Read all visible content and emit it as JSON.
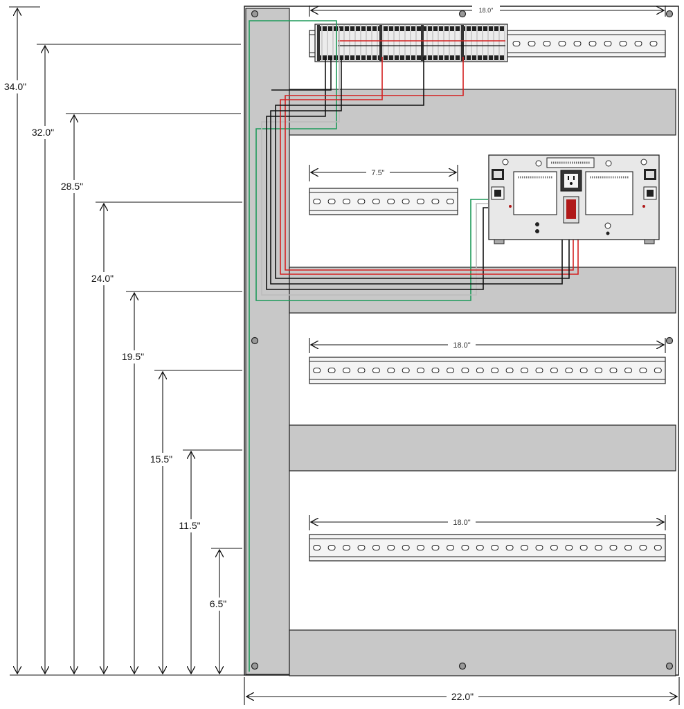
{
  "vertical_dimensions": [
    {
      "label": "34.0\""
    },
    {
      "label": "32.0\""
    },
    {
      "label": "28.5\""
    },
    {
      "label": "24.0\""
    },
    {
      "label": "19.5\""
    },
    {
      "label": "15.5\""
    },
    {
      "label": "11.5\""
    },
    {
      "label": "6.5\""
    }
  ],
  "horizontal_dimensions": {
    "panel_width": "22.0\"",
    "top_rail": "18.0\"",
    "short_rail": "7.5\"",
    "middle_rail": "18.0\"",
    "lower_rail": "18.0\""
  },
  "colors": {
    "panel_gray": "#c8c8c8",
    "outline": "#222222",
    "wire_red": "#d42020",
    "wire_black": "#111111",
    "wire_green": "#1e9a5a",
    "wire_white": "#bbbbbb",
    "switch_red": "#b01818",
    "device_gray": "#e8e8e8"
  },
  "icons": [
    "mounting-hole-icon",
    "terminal-block-icon",
    "outlet-icon",
    "toggle-switch-icon",
    "power-supply-icon"
  ]
}
